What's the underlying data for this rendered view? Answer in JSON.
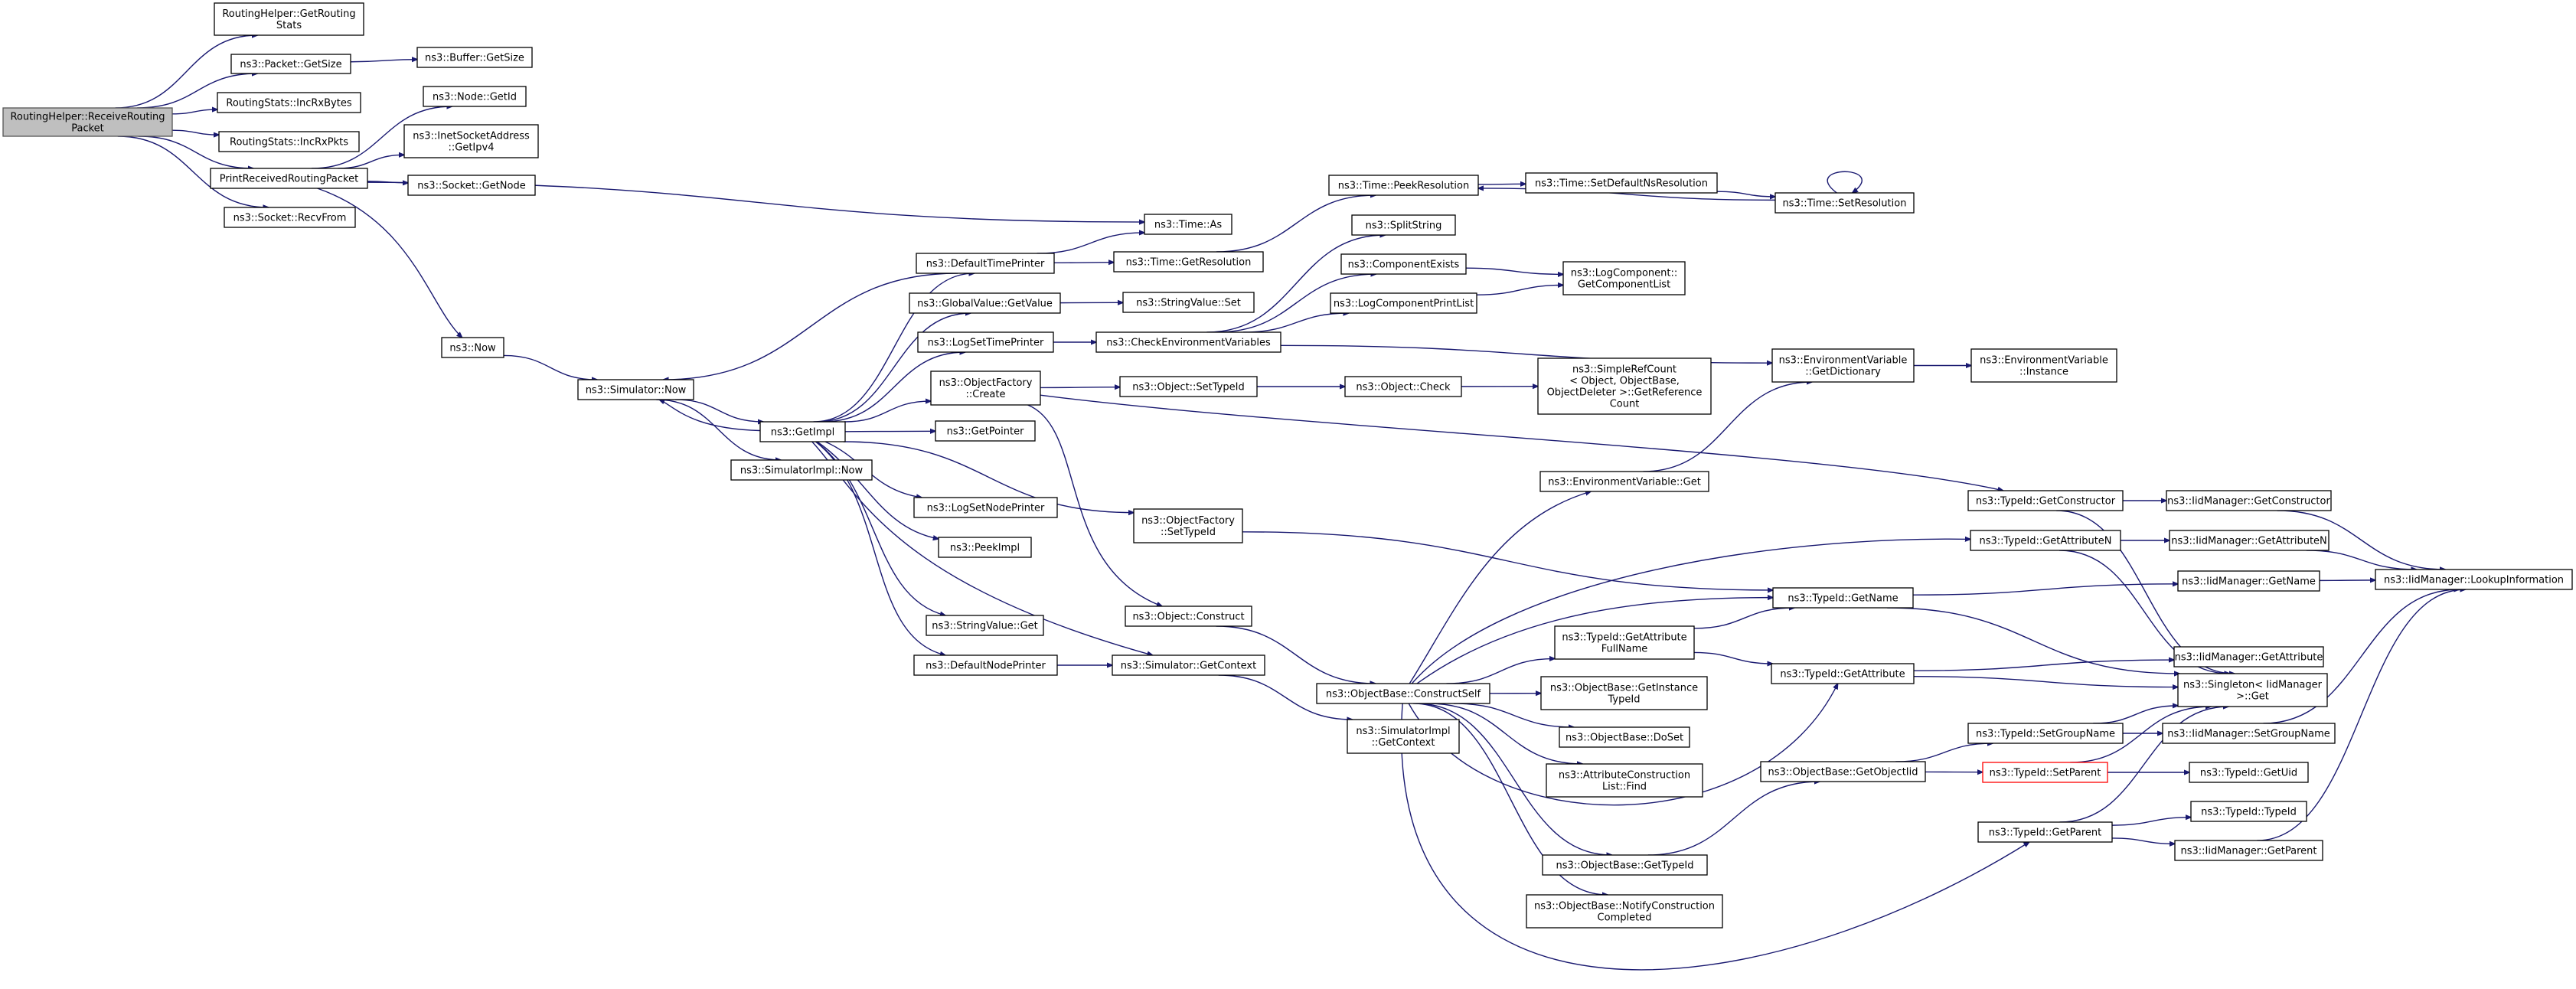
{
  "colors": {
    "edge": "#191970",
    "root_fill": "#bfbfbf",
    "node_border": "#000000",
    "highlight_border": "#ff0000"
  },
  "nodes": {
    "n_root": [
      "RoutingHelper::ReceiveRouting",
      "Packet"
    ],
    "n_getroutingstats": [
      "RoutingHelper::GetRouting",
      "Stats"
    ],
    "n_pkt_getsize": [
      "ns3::Packet::GetSize"
    ],
    "n_buf_getsize": [
      "ns3::Buffer::GetSize"
    ],
    "n_incrxbytes": [
      "RoutingStats::IncRxBytes"
    ],
    "n_incrxpkts": [
      "RoutingStats::IncRxPkts"
    ],
    "n_printrecv": [
      "PrintReceivedRoutingPacket"
    ],
    "n_recvfrom": [
      "ns3::Socket::RecvFrom"
    ],
    "n_node_getid": [
      "ns3::Node::GetId"
    ],
    "n_inet_getipv4": [
      "ns3::InetSocketAddress",
      "::GetIpv4"
    ],
    "n_sock_getnode": [
      "ns3::Socket::GetNode"
    ],
    "n_time_as": [
      "ns3::Time::As"
    ],
    "n_now": [
      "ns3::Now"
    ],
    "n_sim_now": [
      "ns3::Simulator::Now"
    ],
    "n_getimpl": [
      "ns3::GetImpl"
    ],
    "n_simimpl_now": [
      "ns3::SimulatorImpl::Now"
    ],
    "n_default_time_printer": [
      "ns3::DefaultTimePrinter"
    ],
    "n_gv_getvalue": [
      "ns3::GlobalValue::GetValue"
    ],
    "n_log_set_time_printer": [
      "ns3::LogSetTimePrinter"
    ],
    "n_of_create": [
      "ns3::ObjectFactory",
      "::Create"
    ],
    "n_getpointer": [
      "ns3::GetPointer"
    ],
    "n_log_set_node_printer": [
      "ns3::LogSetNodePrinter"
    ],
    "n_peekimpl": [
      "ns3::PeekImpl"
    ],
    "n_sv_get": [
      "ns3::StringValue::Get"
    ],
    "n_default_node_printer": [
      "ns3::DefaultNodePrinter"
    ],
    "n_time_getres": [
      "ns3::Time::GetResolution"
    ],
    "n_sv_set": [
      "ns3::StringValue::Set"
    ],
    "n_check_env": [
      "ns3::CheckEnvironmentVariables"
    ],
    "n_obj_settypeid": [
      "ns3::Object::SetTypeId"
    ],
    "n_of_settypeid": [
      "ns3::ObjectFactory",
      "::SetTypeId"
    ],
    "n_obj_construct": [
      "ns3::Object::Construct"
    ],
    "n_sim_getcontext": [
      "ns3::Simulator::GetContext"
    ],
    "n_time_peekres": [
      "ns3::Time::PeekResolution"
    ],
    "n_splitstring": [
      "ns3::SplitString"
    ],
    "n_comp_exists": [
      "ns3::ComponentExists"
    ],
    "n_log_comp_printlist": [
      "ns3::LogComponentPrintList"
    ],
    "n_obj_check": [
      "ns3::Object::Check"
    ],
    "n_ob_constructself": [
      "ns3::ObjectBase::ConstructSelf"
    ],
    "n_simimpl_getcontext": [
      "ns3::SimulatorImpl",
      "::GetContext"
    ],
    "n_time_setdefaultns": [
      "ns3::Time::SetDefaultNsResolution"
    ],
    "n_logcomp_getlist": [
      "ns3::LogComponent::",
      "GetComponentList"
    ],
    "n_simplerefcount": [
      "ns3::SimpleRefCount",
      "< Object, ObjectBase,",
      "ObjectDeleter >::GetReference",
      "Count"
    ],
    "n_envvar_get": [
      "ns3::EnvironmentVariable::Get"
    ],
    "n_typeid_getattrfullname": [
      "ns3::TypeId::GetAttribute",
      "FullName"
    ],
    "n_ob_getinstancetypeid": [
      "ns3::ObjectBase::GetInstance",
      "TypeId"
    ],
    "n_ob_doset": [
      "ns3::ObjectBase::DoSet"
    ],
    "n_attrconstrlist_find": [
      "ns3::AttributeConstruction",
      "List::Find"
    ],
    "n_ob_gettypeid": [
      "ns3::ObjectBase::GetTypeId"
    ],
    "n_ob_notify": [
      "ns3::ObjectBase::NotifyConstruction",
      "Completed"
    ],
    "n_time_setres": [
      "ns3::Time::SetResolution"
    ],
    "n_envvar_getdict": [
      "ns3::EnvironmentVariable",
      "::GetDictionary"
    ],
    "n_typeid_getname": [
      "ns3::TypeId::GetName"
    ],
    "n_typeid_getattribute": [
      "ns3::TypeId::GetAttribute"
    ],
    "n_ob_getobjectiid": [
      "ns3::ObjectBase::GetObjectIid"
    ],
    "n_envvar_instance": [
      "ns3::EnvironmentVariable",
      "::Instance"
    ],
    "n_typeid_getconstructor": [
      "ns3::TypeId::GetConstructor"
    ],
    "n_typeid_getattributen": [
      "ns3::TypeId::GetAttributeN"
    ],
    "n_typeid_setgroupname": [
      "ns3::TypeId::SetGroupName"
    ],
    "n_typeid_setparent": [
      "ns3::TypeId::SetParent"
    ],
    "n_typeid_getparent": [
      "ns3::TypeId::GetParent"
    ],
    "n_iid_getconstructor": [
      "ns3::IidManager::GetConstructor"
    ],
    "n_iid_getattributen": [
      "ns3::IidManager::GetAttributeN"
    ],
    "n_iid_getname": [
      "ns3::IidManager::GetName"
    ],
    "n_iid_getattribute": [
      "ns3::IidManager::GetAttribute"
    ],
    "n_singleton_get": [
      "ns3::Singleton< IidManager",
      ">::Get"
    ],
    "n_iid_setgroupname": [
      "ns3::IidManager::SetGroupName"
    ],
    "n_typeid_getuid": [
      "ns3::TypeId::GetUid"
    ],
    "n_typeid_typeid": [
      "ns3::TypeId::TypeId"
    ],
    "n_iid_getparent": [
      "ns3::IidManager::GetParent"
    ],
    "n_iid_lookupinfo": [
      "ns3::IidManager::LookupInformation"
    ]
  }
}
